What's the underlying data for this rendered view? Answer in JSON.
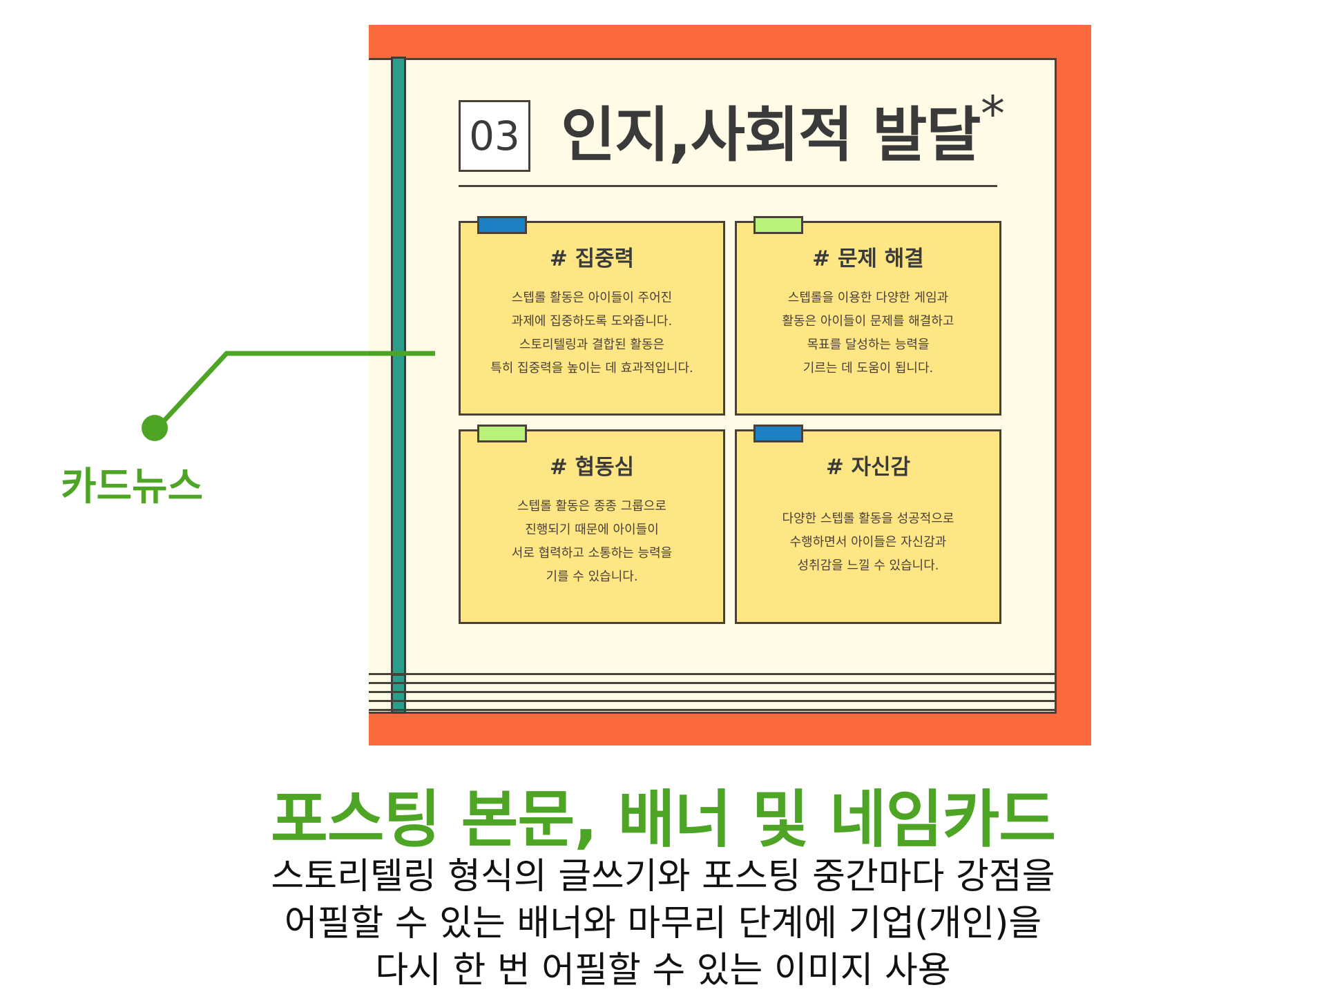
{
  "card_news": {
    "number": "03",
    "title": "인지,사회적 발달",
    "asterisk": "*",
    "cards": [
      {
        "tag_color": "#1b80c4",
        "heading": "# 집중력",
        "lines": [
          "스텝롤 활동은 아이들이 주어진",
          "과제에 집중하도록 도와줍니다.",
          "스토리텔링과 결합된 활동은",
          "특히 집중력을 높이는 데 효과적입니다."
        ]
      },
      {
        "tag_color": "#b8f27a",
        "heading": "# 문제 해결",
        "lines": [
          "스텝롤을 이용한 다양한 게임과",
          "활동은 아이들이 문제를 해결하고",
          "목표를 달성하는 능력을",
          "기르는 데 도움이 됩니다."
        ]
      },
      {
        "tag_color": "#b8f27a",
        "heading": "# 협동심",
        "lines": [
          "스텝롤 활동은 종종 그룹으로",
          "진행되기 때문에 아이들이",
          "서로 협력하고 소통하는 능력을",
          "기를 수 있습니다."
        ]
      },
      {
        "tag_color": "#1b80c4",
        "heading": "# 자신감",
        "lines": [
          "다양한 스텝롤 활동을 성공적으로",
          "수행하면서 아이들은 자신감과",
          "성취감을 느낄 수 있습니다."
        ]
      }
    ]
  },
  "pointer_label": "카드뉴스",
  "headline": "포스팅 본문, 배너 및 네임카드",
  "description_lines": [
    "스토리텔링 형식의 글쓰기와 포스팅 중간마다 강점을",
    "어필할 수 있는 배너와 마무리 단계에 기업(개인)을",
    "다시 한 번 어필할 수 있는 이미지 사용"
  ],
  "colors": {
    "frame": "#fb6a3e",
    "page": "#fffbe6",
    "spine": "#2aa08c",
    "card": "#ffe685",
    "accent_green": "#4ea525"
  }
}
